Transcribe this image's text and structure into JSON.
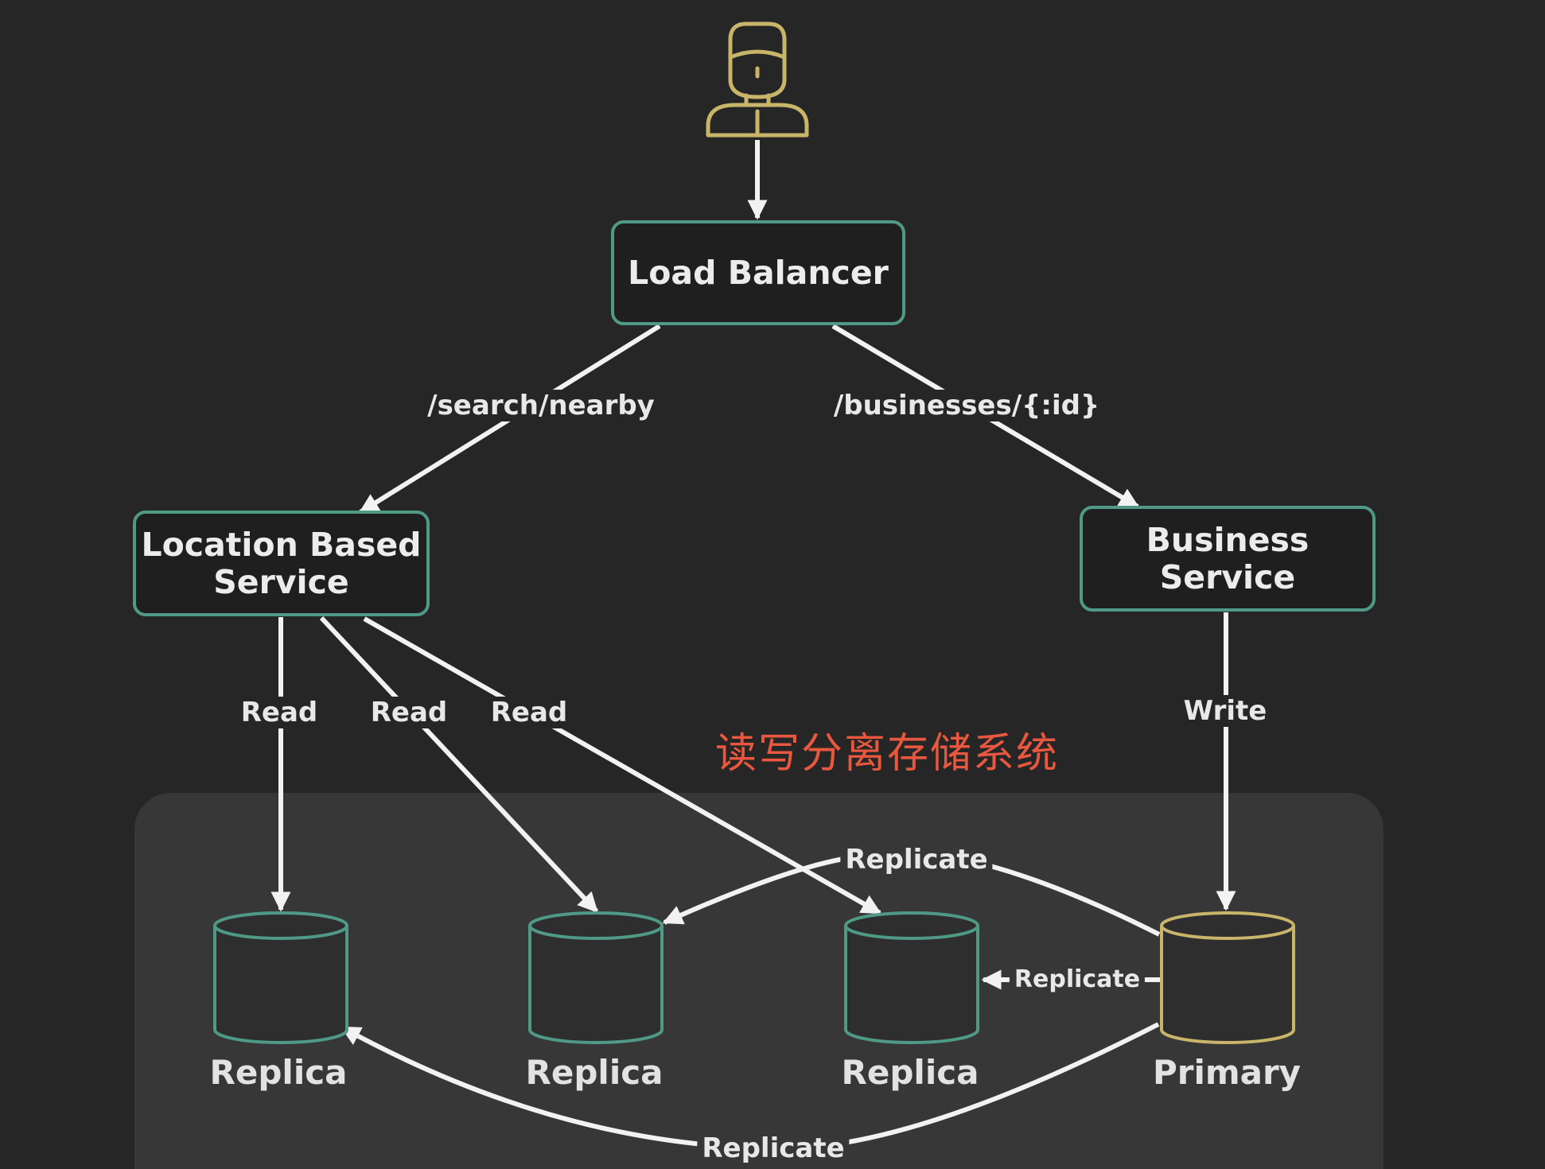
{
  "nodes": {
    "user": {
      "icon": "user-icon"
    },
    "load_balancer": {
      "label": "Load Balancer"
    },
    "location_service": {
      "label": "Location Based\nService"
    },
    "business_service": {
      "label": "Business\nService"
    }
  },
  "edges": {
    "search": {
      "label": "/search/nearby"
    },
    "businesses": {
      "label": "/businesses/{:id}"
    },
    "read_1": {
      "label": "Read"
    },
    "read_2": {
      "label": "Read"
    },
    "read_3": {
      "label": "Read"
    },
    "write": {
      "label": "Write"
    },
    "replicate_top": {
      "label": "Replicate"
    },
    "replicate_mid": {
      "label": "Replicate"
    },
    "replicate_bottom": {
      "label": "Replicate"
    }
  },
  "databases": [
    {
      "label": "Replica",
      "icon": "database-cylinder-icon"
    },
    {
      "label": "Replica",
      "icon": "database-cylinder-icon"
    },
    {
      "label": "Replica",
      "icon": "database-cylinder-icon"
    },
    {
      "label": "Primary",
      "icon": "database-cylinder-icon"
    }
  ],
  "caption": "读写分离存储系统",
  "colors": {
    "background": "#262626",
    "panel": "#373737",
    "box_border": "#4f9a86",
    "primary_accent": "#c9b56a",
    "arrow": "#f2f2f2",
    "caption": "#e8573e"
  }
}
